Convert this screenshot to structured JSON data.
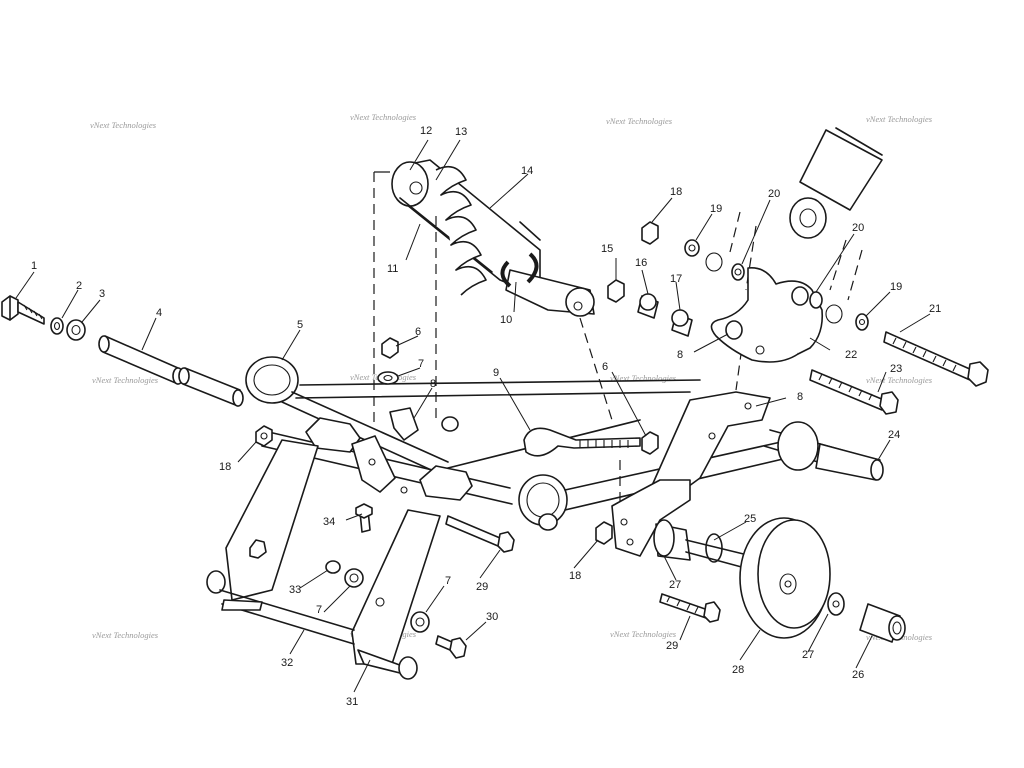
{
  "watermark": "vNext Technologies",
  "callouts": [
    "1",
    "2",
    "3",
    "4",
    "5",
    "6",
    "6",
    "7",
    "7",
    "7",
    "8",
    "8",
    "8",
    "9",
    "10",
    "11",
    "12",
    "13",
    "14",
    "15",
    "16",
    "17",
    "18",
    "18",
    "18",
    "19",
    "19",
    "20",
    "20",
    "21",
    "22",
    "23",
    "24",
    "25",
    "26",
    "27",
    "27",
    "28",
    "29",
    "29",
    "30",
    "31",
    "32",
    "33",
    "34"
  ],
  "colors": {
    "ink": "#1a1a1a",
    "watermark": "#9a9a9a",
    "background": "#ffffff"
  }
}
